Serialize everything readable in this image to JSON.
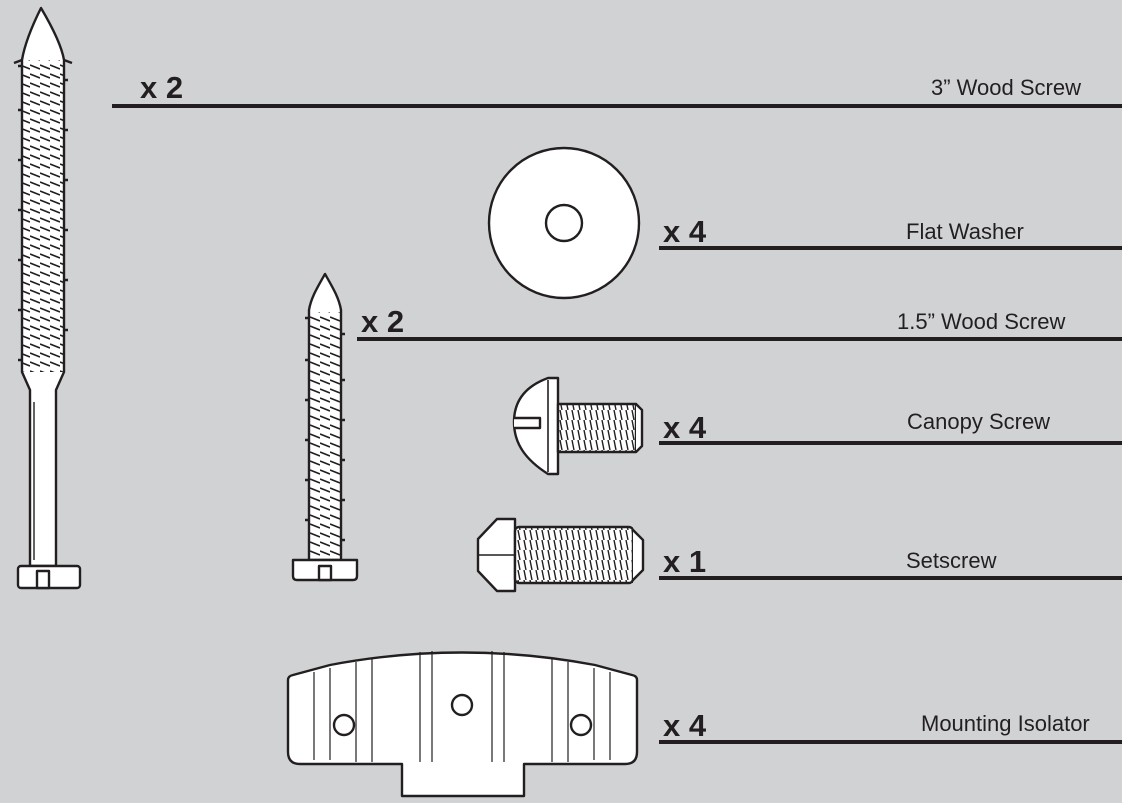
{
  "colors": {
    "background": "#d1d2d4",
    "ink": "#231f20",
    "part_fill": "#ffffff"
  },
  "parts": [
    {
      "id": "wood-screw-3in",
      "icon": "long-wood-screw-icon",
      "quantity": "x 2",
      "name": "3” Wood Screw"
    },
    {
      "id": "flat-washer",
      "icon": "flat-washer-icon",
      "quantity": "x 4",
      "name": "Flat Washer"
    },
    {
      "id": "wood-screw-1-5in",
      "icon": "short-wood-screw-icon",
      "quantity": "x 2",
      "name": "1.5” Wood Screw"
    },
    {
      "id": "canopy-screw",
      "icon": "canopy-screw-icon",
      "quantity": "x 4",
      "name": "Canopy Screw"
    },
    {
      "id": "setscrew",
      "icon": "hex-setscrew-icon",
      "quantity": "x 1",
      "name": "Setscrew"
    },
    {
      "id": "mounting-isolator",
      "icon": "mounting-isolator-icon",
      "quantity": "x 4",
      "name": "Mounting Isolator"
    }
  ]
}
